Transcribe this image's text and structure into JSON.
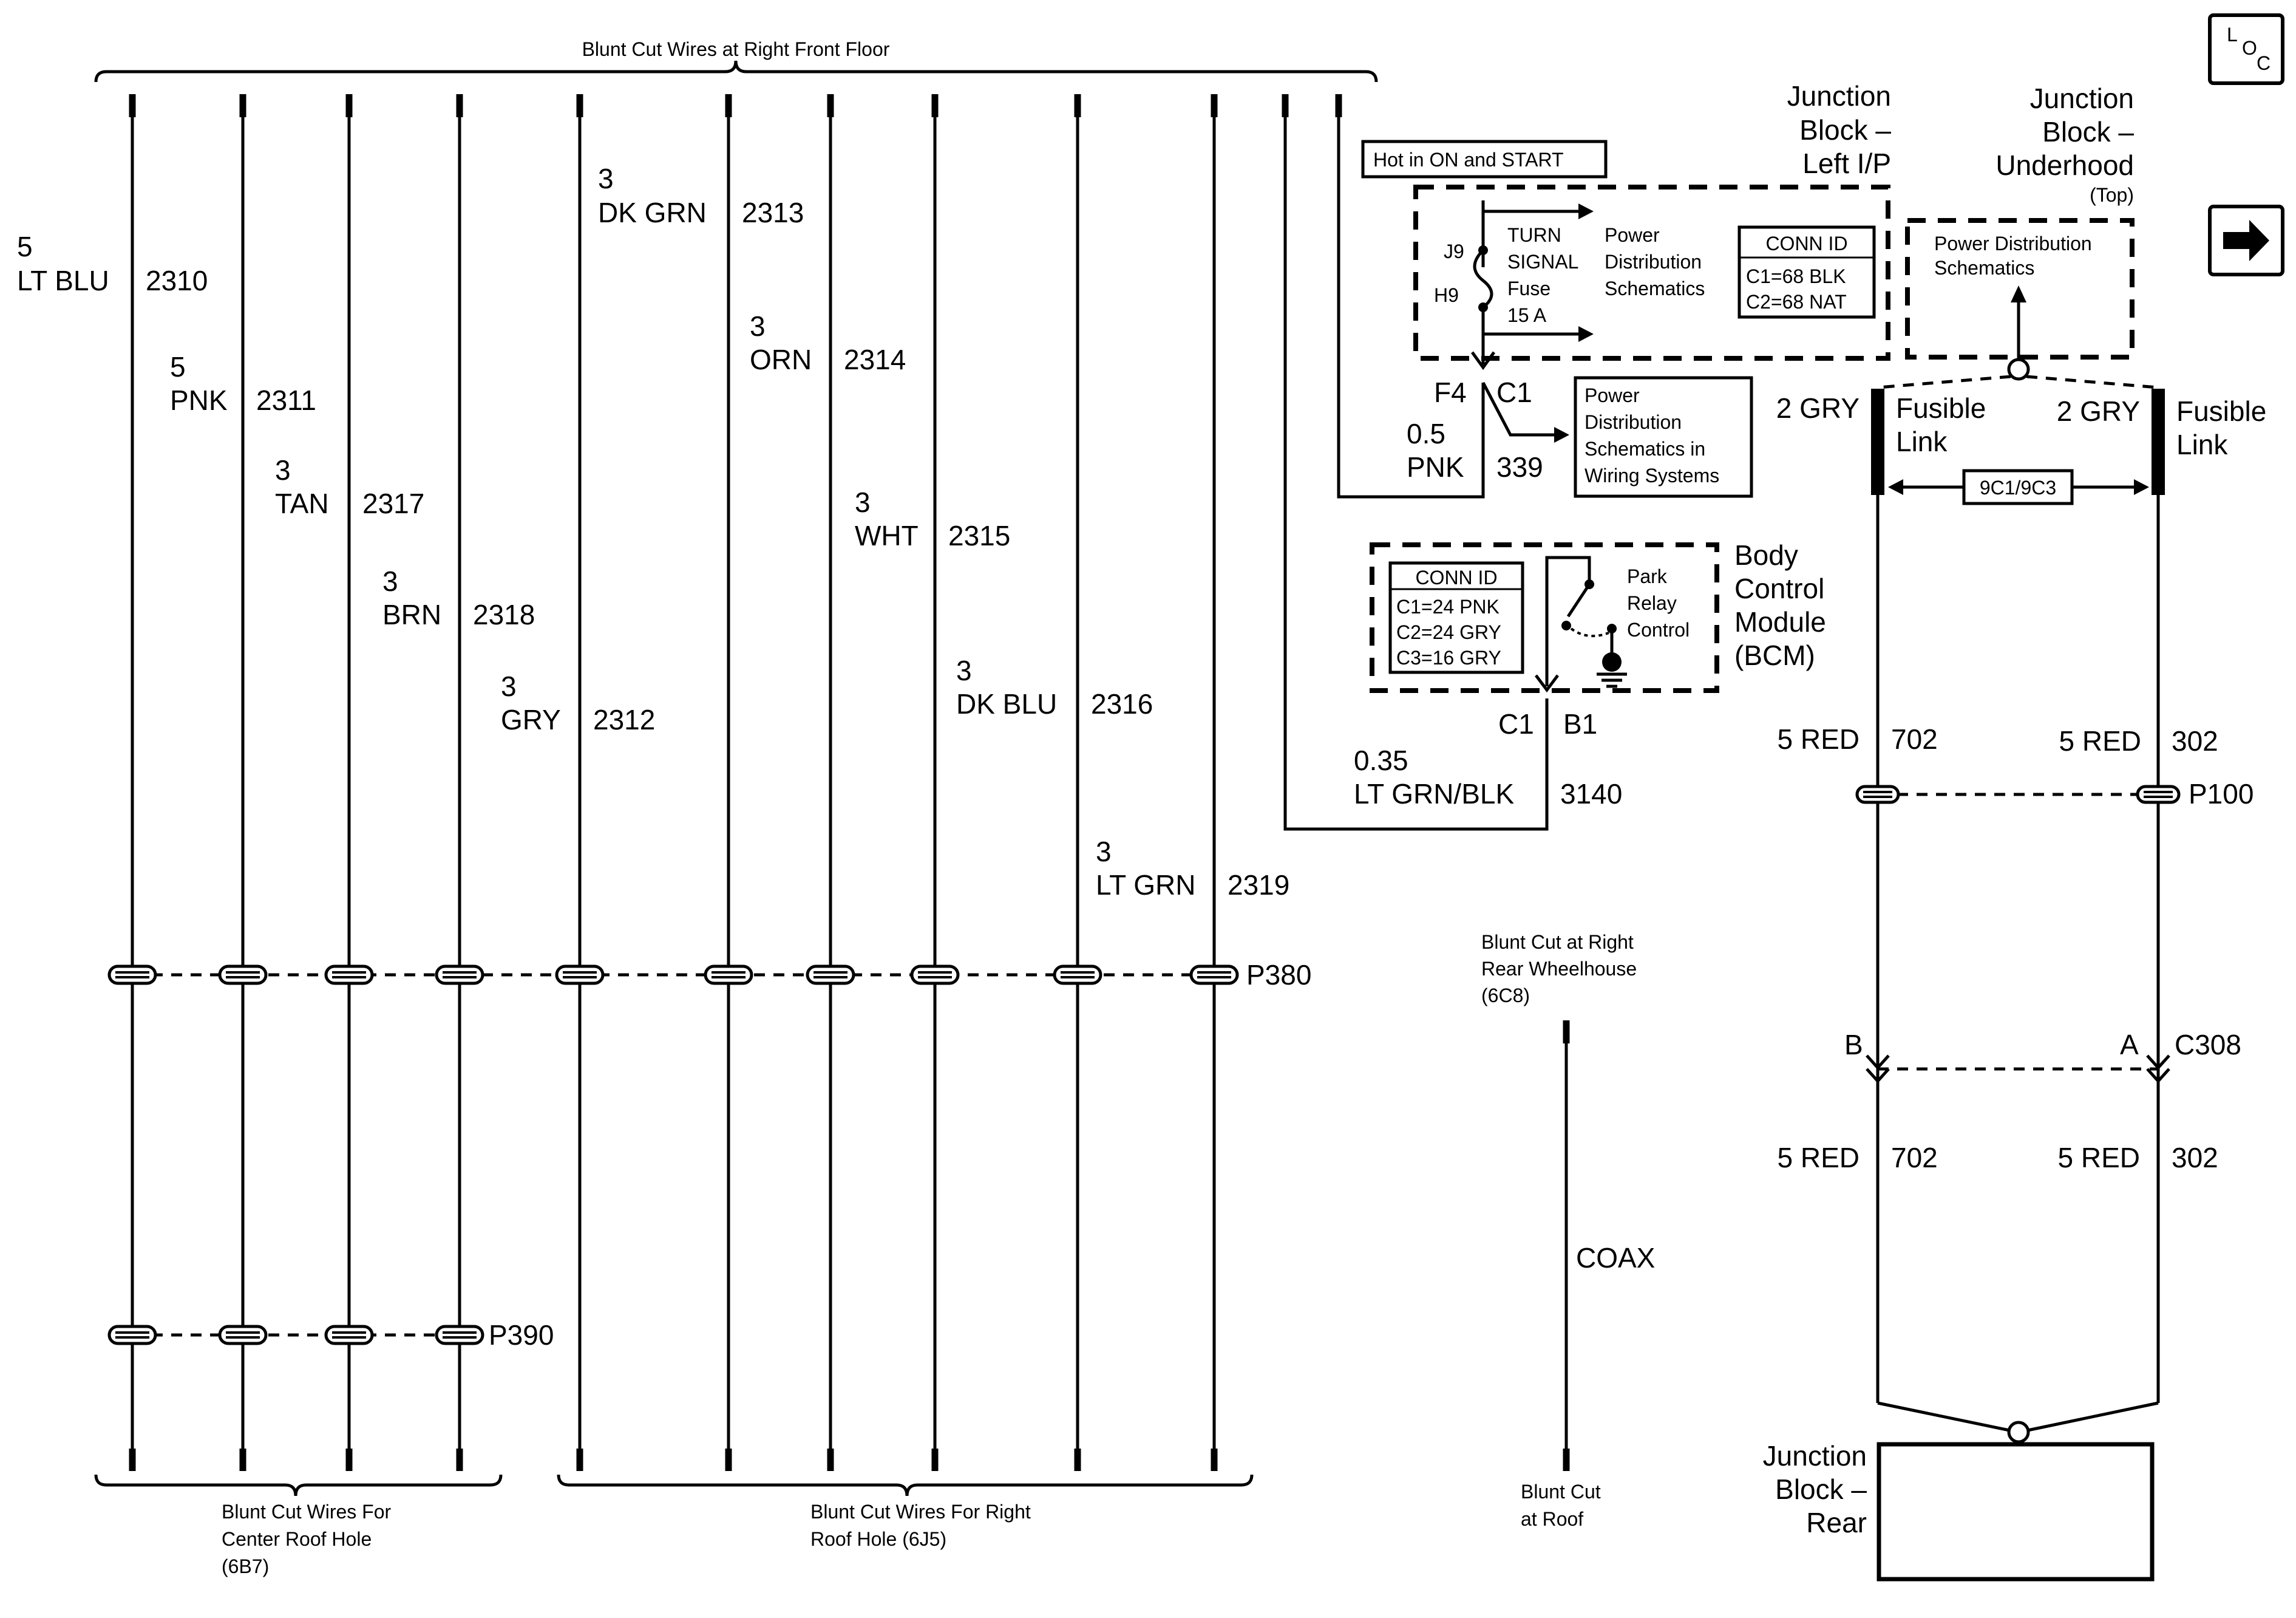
{
  "top_bracket_label": "Blunt Cut Wires at Right Front Floor",
  "bottom_left_bracket_label": [
    "Blunt Cut Wires For",
    "Center Roof Hole",
    "(6B7)"
  ],
  "bottom_mid_bracket_label": [
    "Blunt Cut Wires For Right",
    "Roof Hole (6J5)"
  ],
  "wires": [
    {
      "gauge": "5",
      "color": "LT BLU",
      "circuit": "2310"
    },
    {
      "gauge": "5",
      "color": "PNK",
      "circuit": "2311"
    },
    {
      "gauge": "3",
      "color": "TAN",
      "circuit": "2317"
    },
    {
      "gauge": "3",
      "color": "BRN",
      "circuit": "2318"
    },
    {
      "gauge": "3",
      "color": "GRY",
      "circuit": "2312"
    },
    {
      "gauge": "3",
      "color": "DK GRN",
      "circuit": "2313"
    },
    {
      "gauge": "3",
      "color": "ORN",
      "circuit": "2314"
    },
    {
      "gauge": "3",
      "color": "WHT",
      "circuit": "2315"
    },
    {
      "gauge": "3",
      "color": "DK BLU",
      "circuit": "2316"
    },
    {
      "gauge": "3",
      "color": "LT GRN",
      "circuit": "2319"
    }
  ],
  "splices": {
    "p380": "P380",
    "p390": "P390",
    "p100": "P100"
  },
  "hot_label": "Hot in ON and START",
  "jb_left": [
    "Junction",
    "Block –",
    "Left I/P"
  ],
  "fuse": {
    "top_pin": "J9",
    "bottom_pin": "H9",
    "label": [
      "TURN",
      "SIGNAL",
      "Fuse",
      "15 A"
    ]
  },
  "pds_label": [
    "Power",
    "Distribution",
    "Schematics"
  ],
  "conn_id_jb": {
    "title": "CONN ID",
    "rows": [
      "C1=68 BLK",
      "C2=68 NAT"
    ]
  },
  "jb_under": [
    "Junction",
    "Block –",
    "Underhood"
  ],
  "jb_under_top": "(Top)",
  "pds_under": [
    "Power Distribution",
    "Schematics"
  ],
  "f4_pin": "F4",
  "f4_conn": "C1",
  "wire_339": {
    "gauge": "0.5",
    "color": "PNK",
    "circuit": "339"
  },
  "pds_wiring": [
    "Power",
    "Distribution",
    "Schematics in",
    "Wiring Systems"
  ],
  "fusible_left": {
    "wire": "2 GRY",
    "label": [
      "Fusible",
      "Link"
    ]
  },
  "fusible_right": {
    "wire": "2 GRY",
    "label": [
      "Fusible",
      "Link"
    ]
  },
  "fusible_conn": "9C1/9C3",
  "bcm": {
    "conn_title": "CONN ID",
    "conn_rows": [
      "C1=24 PNK",
      "C2=24 GRY",
      "C3=16 GRY"
    ],
    "relay_label": [
      "Park",
      "Relay",
      "Control"
    ],
    "name": [
      "Body",
      "Control",
      "Module",
      "(BCM)"
    ],
    "conn": "C1",
    "pin": "B1"
  },
  "wire_3140": {
    "gauge": "0.35",
    "color": "LT GRN/BLK",
    "circuit": "3140"
  },
  "red_702_upper": {
    "wire": "5 RED",
    "circuit": "702"
  },
  "red_302_upper": {
    "wire": "5 RED",
    "circuit": "302"
  },
  "red_702_lower": {
    "wire": "5 RED",
    "circuit": "702"
  },
  "red_302_lower": {
    "wire": "5 RED",
    "circuit": "302"
  },
  "c308": {
    "pin_b": "B",
    "pin_a": "A",
    "name": "C308"
  },
  "jb_rear": [
    "Junction",
    "Block –",
    "Rear"
  ],
  "coax_top": [
    "Blunt Cut at Right",
    "Rear Wheelhouse",
    "(6C8)"
  ],
  "coax_label": "COAX",
  "coax_bottom": [
    "Blunt Cut",
    "at Roof"
  ],
  "loc_icon": {
    "l": "L",
    "o": "O",
    "c": "C"
  }
}
